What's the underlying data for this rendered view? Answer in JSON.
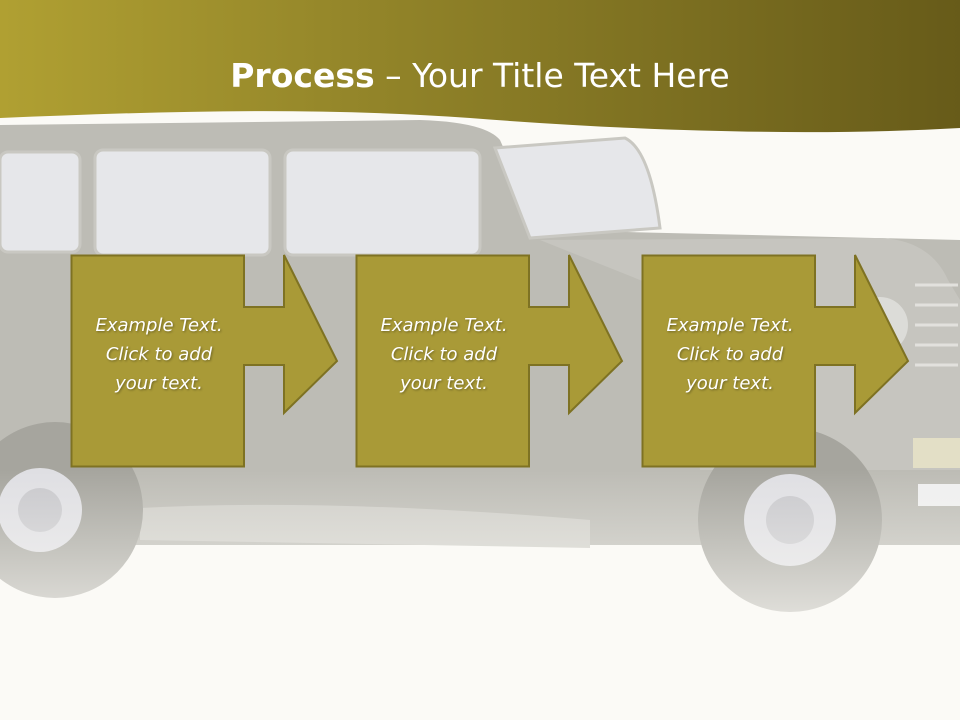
{
  "slide": {
    "title_bold": "Process",
    "title_rest": " – Your Title Text Here",
    "steps": [
      {
        "text": "Example Text.\nClick  to add\nyour text."
      },
      {
        "text": "Example Text.\nClick  to add\nyour text."
      },
      {
        "text": "Example Text.\nClick  to add\nyour text."
      }
    ]
  },
  "colors": {
    "header_band": "#7a6d1c",
    "box_fill": "#a99a37",
    "box_border": "#7e7223",
    "background": "#fbfaf6",
    "car_tint": "#b4b3ac"
  }
}
